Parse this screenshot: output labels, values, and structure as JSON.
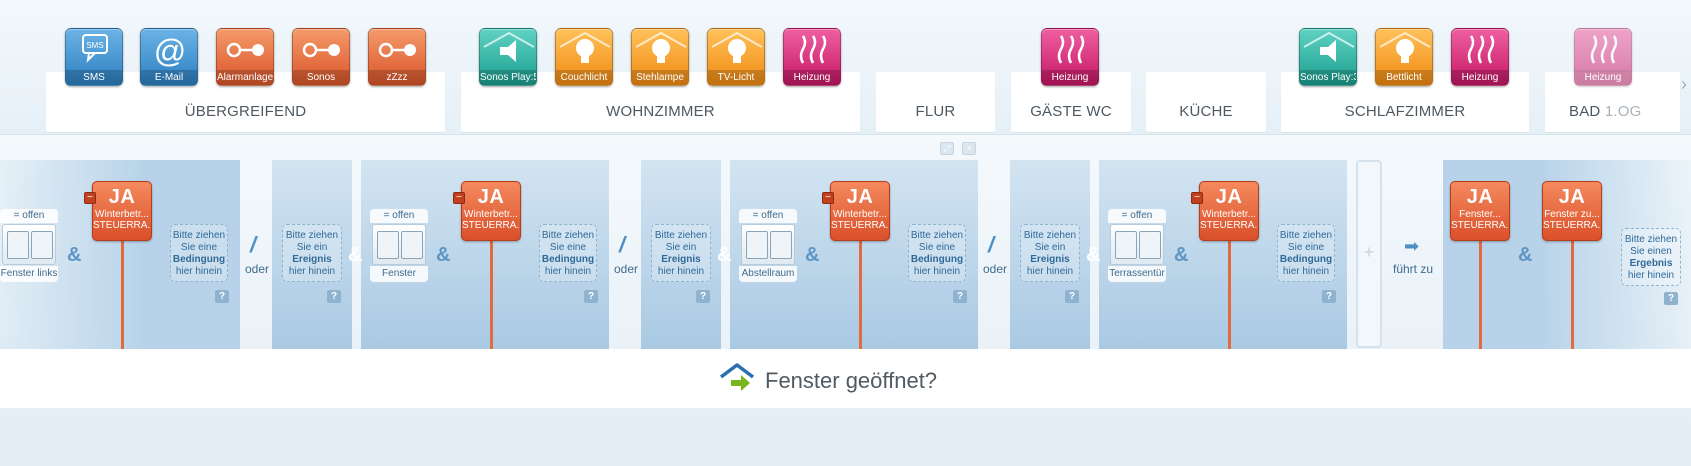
{
  "rooms": [
    {
      "label": "ÜBERGREIFEND"
    },
    {
      "label": "WOHNZIMMER"
    },
    {
      "label": "FLUR"
    },
    {
      "label": "GÄSTE WC"
    },
    {
      "label": "KÜCHE"
    },
    {
      "label": "SCHLAFZIMMER"
    },
    {
      "label_main": "BAD ",
      "label_fade": "1.OG"
    }
  ],
  "tiles": [
    {
      "label": "SMS",
      "icon": "sms-icon",
      "color": "#2c7fc0"
    },
    {
      "label": "E-Mail",
      "icon": "email-icon",
      "color": "#2c7fc0"
    },
    {
      "label": "Alarmanlage",
      "icon": "switch-icon",
      "color": "#d9552a"
    },
    {
      "label": "Sonos",
      "icon": "switch-icon",
      "color": "#d9552a"
    },
    {
      "label": "zZzz",
      "icon": "switch-icon",
      "color": "#d9552a"
    },
    {
      "label": "Sonos Play:5",
      "icon": "speaker-icon",
      "color": "#1b9f90"
    },
    {
      "label": "Couchlicht",
      "icon": "bulb-icon",
      "color": "#f08a12"
    },
    {
      "label": "Stehlampe",
      "icon": "bulb-icon",
      "color": "#f08a12"
    },
    {
      "label": "TV-Licht",
      "icon": "bulb-icon",
      "color": "#f08a12"
    },
    {
      "label": "Heizung",
      "icon": "heat-icon",
      "color": "#c61766"
    },
    {
      "label": "Heizung",
      "icon": "heat-icon",
      "color": "#c61766"
    },
    {
      "label": "Sonos Play:3",
      "icon": "speaker-icon",
      "color": "#1b9f90"
    },
    {
      "label": "Bettlicht",
      "icon": "bulb-icon",
      "color": "#f08a12"
    },
    {
      "label": "Heizung",
      "icon": "heat-icon",
      "color": "#c61766"
    },
    {
      "label": "Heizung",
      "icon": "heat-icon",
      "color": "#c61766"
    }
  ],
  "conditions": [
    {
      "state": "= offen",
      "label": "Fenster links"
    },
    {
      "state": "= offen",
      "label": "Fenster"
    },
    {
      "state": "= offen",
      "label": "Abstellraum"
    },
    {
      "state": "= offen",
      "label": "Terrassentür"
    }
  ],
  "drop_event": {
    "line1": "Bitte ziehen",
    "line2": "Sie ein",
    "keyword": "Ereignis",
    "line4": "hier hinein"
  },
  "drop_condition": {
    "line1": "Bitte ziehen",
    "line2": "Sie eine",
    "keyword": "Bedingung",
    "line4": "hier hinein"
  },
  "drop_result": {
    "line1": "Bitte ziehen",
    "line2": "Sie einen",
    "keyword": "Ergebnis",
    "line4": "hier hinein"
  },
  "ja_blocks": [
    {
      "big": "JA",
      "line1": "Winterbetr...",
      "line2": "STEUERRA...",
      "removable": true
    },
    {
      "big": "JA",
      "line1": "Winterbetr...",
      "line2": "STEUERRA...",
      "removable": true
    },
    {
      "big": "JA",
      "line1": "Winterbetr...",
      "line2": "STEUERRA...",
      "removable": true
    },
    {
      "big": "JA",
      "line1": "Winterbetr...",
      "line2": "STEUERRA...",
      "removable": true
    },
    {
      "big": "JA",
      "line1": "Fenster...",
      "line2": "STEUERRA...",
      "removable": false
    },
    {
      "big": "JA",
      "line1": "Fenster zu...",
      "line2": "STEUERRA...",
      "removable": false
    }
  ],
  "operators": {
    "and": "&",
    "or_symbol": "/",
    "or_label": "oder",
    "leads_to": "führt zu",
    "help": "?",
    "add": "+",
    "minus": "−"
  },
  "scene_title": "Fenster geöffnet?",
  "colors": {
    "accent_blue": "#4d8fc6",
    "ja_orange": "#d9502a",
    "line_orange": "#e26a3f",
    "house_blue": "#2c6fae",
    "house_arrow": "#7ab51d"
  }
}
